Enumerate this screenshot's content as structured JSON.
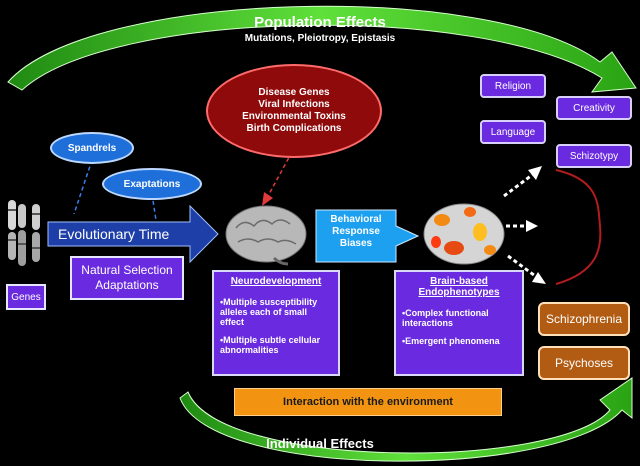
{
  "population_effects": {
    "title": "Population Effects",
    "subtitle": "Mutations, Pleiotropy, Epistasis"
  },
  "individual_effects": {
    "title": "Individual Effects"
  },
  "spandrels": "Spandrels",
  "exaptations": "Exaptations",
  "disease_factors": [
    "Disease Genes",
    "Viral Infections",
    "Environmental Toxins",
    "Birth Complications"
  ],
  "evolutionary_time": "Evolutionary Time",
  "natural_selection": [
    "Natural Selection",
    "Adaptations"
  ],
  "genes": "Genes",
  "behavioral": [
    "Behavioral",
    "Response",
    "Biases"
  ],
  "neurodevelopment": {
    "title": "Neurodevelopment",
    "points": [
      "•Multiple susceptibility alleles each of small effect",
      "•Multiple subtle cellular abnormalities"
    ]
  },
  "endophenotypes": {
    "title": [
      "Brain-based",
      "Endophenotypes"
    ],
    "points": [
      "•Complex functional interactions",
      "•Emergent phenomena"
    ]
  },
  "outcomes_top": [
    "Religion",
    "Creativity",
    "Language",
    "Schizotypy"
  ],
  "outcomes_bottom": [
    "Schizophrenia",
    "Psychoses"
  ],
  "environment": "Interaction with the environment",
  "colors": {
    "green_arrow": "#3fc41a",
    "purple": "#6a2ae0",
    "blue": "#1e6fd9",
    "red": "#8f0a0a",
    "orange": "#f29412",
    "curve": "#b31c1c"
  }
}
